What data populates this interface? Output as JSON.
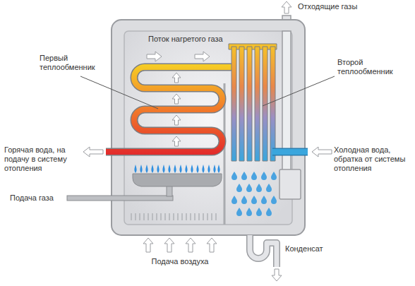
{
  "diagram": {
    "labels": [
      "Отходящие газы",
      "Поток нагретого газа",
      "Первый теплообменник",
      "Второй теплообменник",
      "Горячая вода, на подачу в систему отопления",
      "Холодная вода, обратка от системы отопления",
      "Подача газа",
      "Подача воздуха",
      "Конденсат"
    ]
  }
}
